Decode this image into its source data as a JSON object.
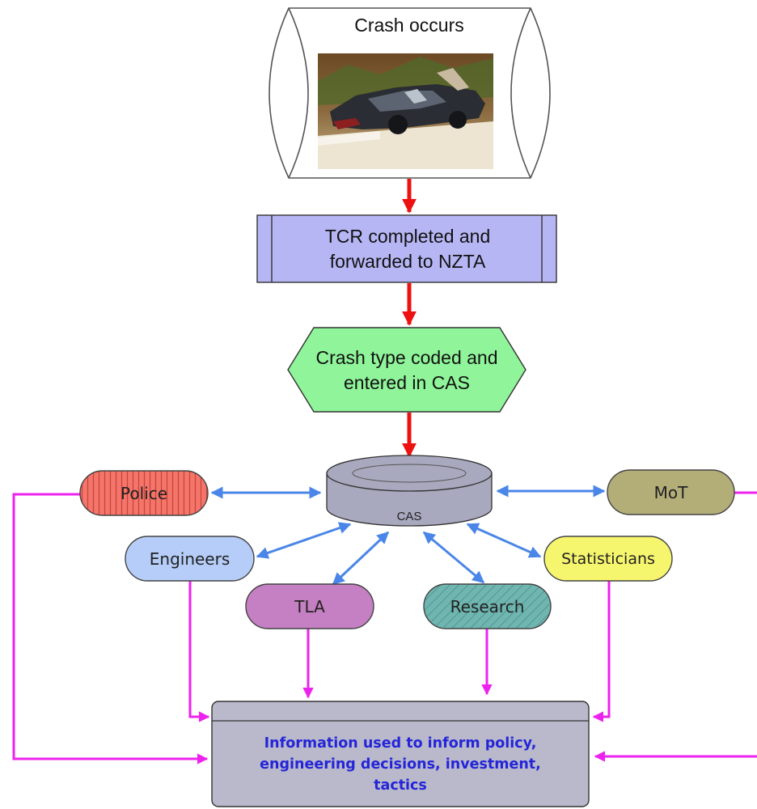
{
  "crash": {
    "title": "Crash occurs"
  },
  "tcr": {
    "text": "TCR completed and forwarded to NZTA"
  },
  "coded": {
    "text": "Crash type coded and entered in CAS"
  },
  "database": {
    "label": "CAS"
  },
  "stakeholders": {
    "police": "Police",
    "mot": "MoT",
    "engineers": "Engineers",
    "statisticians": "Statisticians",
    "tla": "TLA",
    "research": "Research"
  },
  "outcome": {
    "text": "Information used to inform policy, engineering decisions, investment, tactics"
  },
  "colors": {
    "flow_arrow": "#ee1111",
    "exchange_arrow": "#4a86e8",
    "info_line": "#ee22ee",
    "tcr_fill": "#b7b6f5",
    "coded_fill": "#90f59a",
    "police_fill": "#f4766b",
    "mot_fill": "#b3ad78",
    "engineers_fill": "#b5cdf8",
    "statisticians_fill": "#f6f56e",
    "tla_fill": "#c57fc3",
    "research_fill": "#6fb5b0",
    "db_fill": "#a8a8be",
    "outcome_fill": "#b9b9cb",
    "outcome_text": "#2525d8"
  }
}
